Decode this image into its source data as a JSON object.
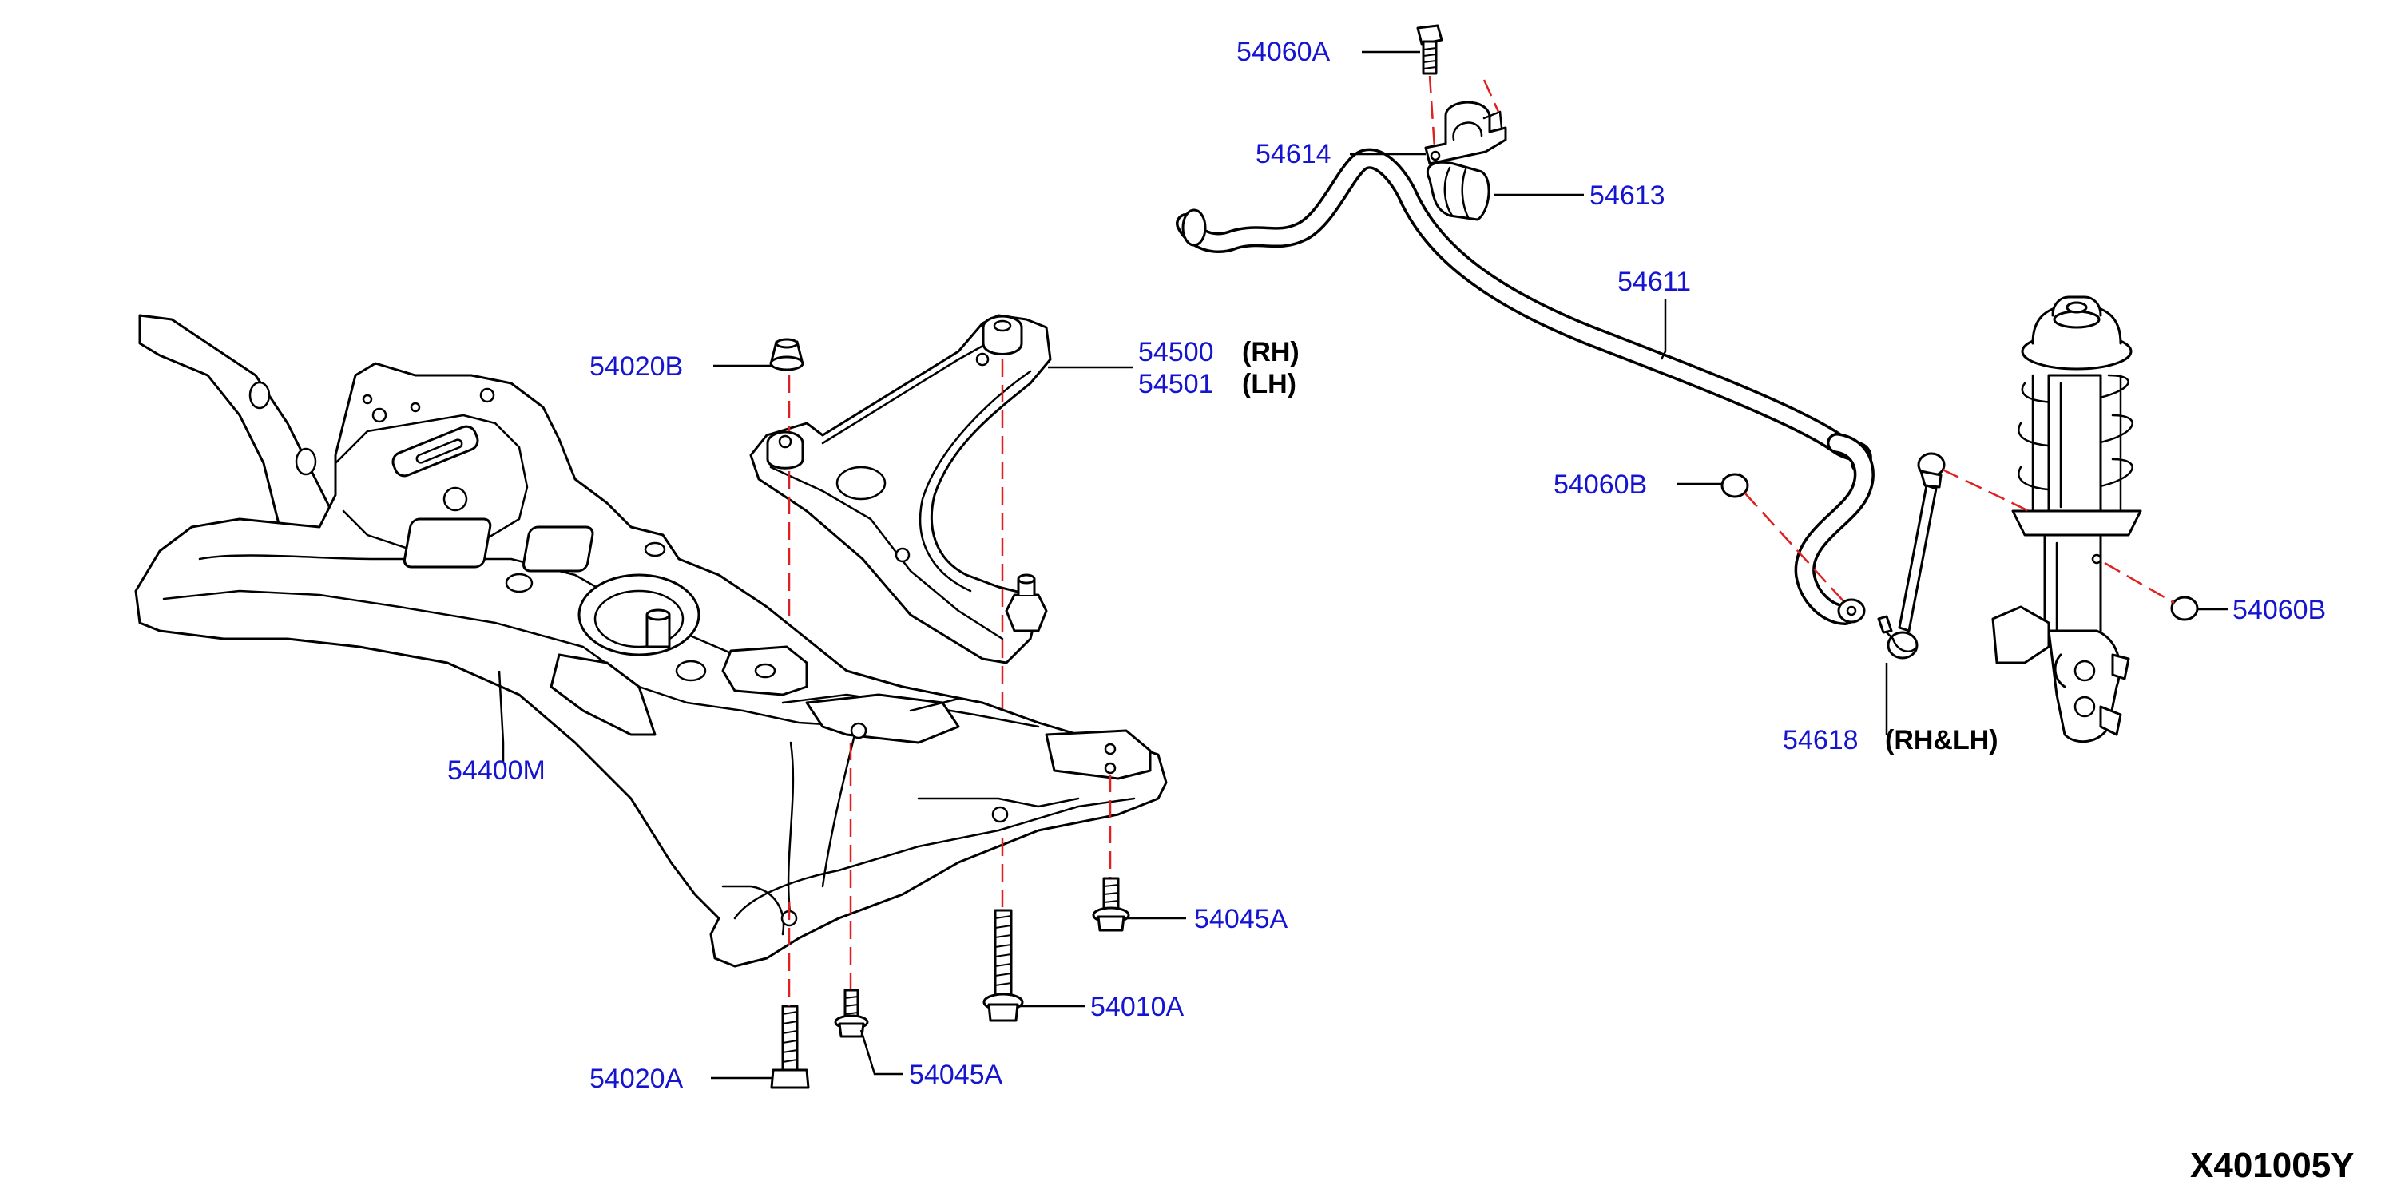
{
  "diagram": {
    "figure_code": "X401005Y",
    "colors": {
      "label": "#1515d0",
      "center_line": "#e02020",
      "outline": "#000000",
      "background": "#ffffff"
    },
    "parts": [
      {
        "key": "p54060A",
        "number": "54060A",
        "side": ""
      },
      {
        "key": "p54614",
        "number": "54614",
        "side": ""
      },
      {
        "key": "p54613",
        "number": "54613",
        "side": ""
      },
      {
        "key": "p54611",
        "number": "54611",
        "side": ""
      },
      {
        "key": "p54500",
        "number": "54500",
        "side": "(RH)"
      },
      {
        "key": "p54501",
        "number": "54501",
        "side": "(LH)"
      },
      {
        "key": "p54020B",
        "number": "54020B",
        "side": ""
      },
      {
        "key": "p54060B_left",
        "number": "54060B",
        "side": ""
      },
      {
        "key": "p54060B_right",
        "number": "54060B",
        "side": ""
      },
      {
        "key": "p54618",
        "number": "54618",
        "side": "(RH&LH)"
      },
      {
        "key": "p54400M",
        "number": "54400M",
        "side": ""
      },
      {
        "key": "p54045A_upper",
        "number": "54045A",
        "side": ""
      },
      {
        "key": "p54010A",
        "number": "54010A",
        "side": ""
      },
      {
        "key": "p54020A",
        "number": "54020A",
        "side": ""
      },
      {
        "key": "p54045A_lower",
        "number": "54045A",
        "side": ""
      }
    ]
  }
}
